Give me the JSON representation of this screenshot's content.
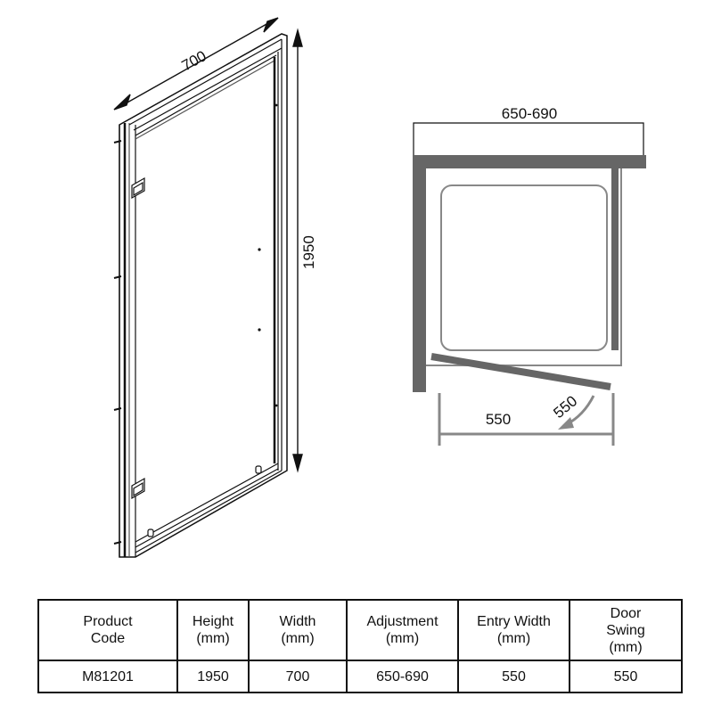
{
  "elevation": {
    "width_label": "700",
    "height_label": "1950"
  },
  "plan": {
    "adjustment_label": "650-690",
    "entry_width_label": "550",
    "door_swing_label": "550"
  },
  "table": {
    "headers": [
      {
        "line1": "Product",
        "line2": "Code",
        "line3": ""
      },
      {
        "line1": "Height",
        "line2": "(mm)",
        "line3": ""
      },
      {
        "line1": "Width",
        "line2": "(mm)",
        "line3": ""
      },
      {
        "line1": "Adjustment",
        "line2": "(mm)",
        "line3": ""
      },
      {
        "line1": "Entry Width",
        "line2": "(mm)",
        "line3": ""
      },
      {
        "line1": "Door",
        "line2": "Swing",
        "line3": "(mm)"
      }
    ],
    "row": [
      "M81201",
      "1950",
      "700",
      "650-690",
      "550",
      "550"
    ]
  },
  "colors": {
    "line": "#111111",
    "wall": "#666666",
    "tray": "#888888"
  }
}
